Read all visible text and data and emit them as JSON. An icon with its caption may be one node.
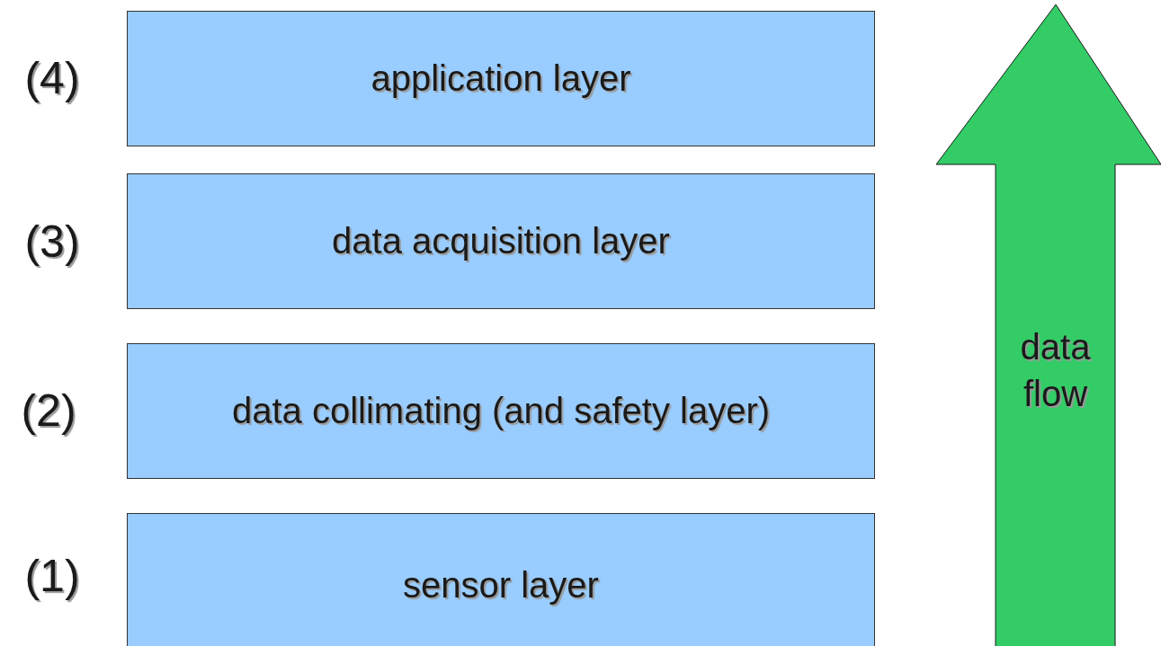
{
  "diagram": {
    "nodes": [
      {
        "text": [
          "application layer"
        ],
        "beside": [
          "(4)"
        ]
      },
      {
        "text": [
          "data acquisition layer"
        ],
        "beside": [
          "(3)"
        ]
      },
      {
        "text": [
          "data collimating (and safety layer)"
        ],
        "beside": [
          "(2)"
        ]
      },
      {
        "text": [
          "sensor layer"
        ],
        "beside": [
          "(1)"
        ]
      },
      {
        "text": [
          "data flow"
        ]
      }
    ],
    "edges": []
  }
}
